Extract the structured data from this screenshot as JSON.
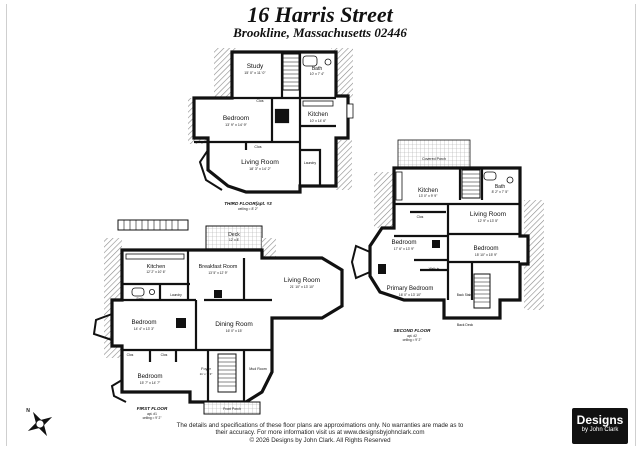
{
  "header": {
    "address": "16 Harris Street",
    "city": "Brookline, Massachusetts 02446"
  },
  "floors": {
    "third": {
      "title": "THIRD FLOOR(apt. #3",
      "ceiling": "ceiling = 8' 2\"",
      "rooms": {
        "study": {
          "name": "Study",
          "dim": "15' 0\" x 11' 0\""
        },
        "bath": {
          "name": "Bath",
          "dim": "10' x 7' 4\""
        },
        "kitchen": {
          "name": "Kitchen",
          "dim": "10' x 14' 6\""
        },
        "bedroom": {
          "name": "Bedroom",
          "dim": "13' 9\" x 14' 9\""
        },
        "living": {
          "name": "Living Room",
          "dim": "18' 3\" x 14' 2\""
        },
        "closet": {
          "name": "Clos"
        },
        "closet2": {
          "name": "Clos"
        },
        "laundry": {
          "name": "Laundry"
        }
      }
    },
    "second": {
      "title": "SECOND FLOOR",
      "apt": "apt. #2",
      "ceiling": "ceiling = 9' 2\"",
      "rooms": {
        "porch": {
          "name": "Covered Porch"
        },
        "kitchen": {
          "name": "Kitchen",
          "dim": "13' 0\" x 9' 9\""
        },
        "bath": {
          "name": "Bath",
          "dim": "8' 2\" x 7' 5\""
        },
        "living": {
          "name": "Living Room",
          "dim": "12' 9\" x 13' 5\""
        },
        "bedroom1": {
          "name": "Bedroom",
          "dim": "17' 6\" x 13' 9\""
        },
        "bedroom2": {
          "name": "Bedroom",
          "dim": "15' 10\" x 15' 9\""
        },
        "primary": {
          "name": "Primary Bedroom",
          "dim": "16' 0\" x 13' 10\""
        },
        "walkin": {
          "name": "Walk-in"
        },
        "closet": {
          "name": "Clos"
        },
        "backstair": {
          "name": "Back Stair"
        },
        "backdeck": {
          "name": "Back Deck"
        }
      }
    },
    "first": {
      "title": "FIRST FLOOR",
      "apt": "apt. #1",
      "ceiling": "ceiling = 9' 2\"",
      "rooms": {
        "deck": {
          "name": "Deck",
          "dim": "12' x 8'"
        },
        "kitchen": {
          "name": "Kitchen",
          "dim": "12' 2\" x 10' 6\""
        },
        "breakfast": {
          "name": "Breakfast Room",
          "dim": "13' 5\" x 12' 9\""
        },
        "living": {
          "name": "Living Room",
          "dim": "21' 10\" x 13' 10\""
        },
        "bath": {
          "name": "Bath"
        },
        "laundry": {
          "name": "Laundry"
        },
        "bedroom1": {
          "name": "Bedroom",
          "dim": "14' 4\" x 13' 3\""
        },
        "dining": {
          "name": "Dining Room",
          "dim": "16' 0\" x 15'"
        },
        "bedroom2": {
          "name": "Bedroom",
          "dim": "15' 7\" x 14' 7\""
        },
        "foyer": {
          "name": "Foyer",
          "dim": "11' x 7' 3\""
        },
        "mud": {
          "name": "Mud Room"
        },
        "porch": {
          "name": "Front Porch"
        },
        "closet": {
          "name": "Clos"
        },
        "closet2": {
          "name": "Clos"
        }
      }
    }
  },
  "footer": {
    "line1": "The details and specifications of these floor plans are approximations only. No warranties are made as to",
    "line2": "their accuracy. For more information visit us at www.designsbyjohnclark.com",
    "line3": "© 2026 Designs by John Clark. All Rights Reserved"
  },
  "logo": {
    "line1": "Designs",
    "line2": "by John Clark"
  },
  "compass": {
    "label": "N"
  },
  "colors": {
    "wall": "#111111",
    "hatch": "#9a9a9a",
    "floor": "#ffffff"
  }
}
